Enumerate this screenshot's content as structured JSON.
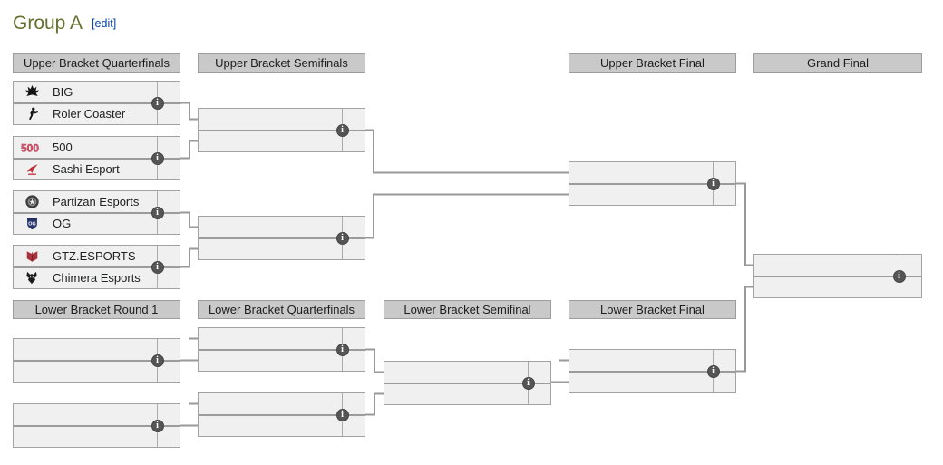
{
  "page": {
    "title": "Group A",
    "edit_label": "[edit]"
  },
  "colors": {
    "title_text": "#66702f",
    "edit_link": "#0645ad",
    "header_fill": "#c9c9c9",
    "match_fill": "#f0f0f0",
    "border": "#a2a2a2",
    "connector": "#999999",
    "info_icon_fill": "#555555"
  },
  "headers": {
    "ub_qf": "Upper Bracket Quarterfinals",
    "ub_sf": "Upper Bracket Semifinals",
    "ub_f": "Upper Bracket Final",
    "gf": "Grand Final",
    "lb_r1": "Lower Bracket Round 1",
    "lb_qf": "Lower Bracket Quarterfinals",
    "lb_sf": "Lower Bracket Semifinal",
    "lb_f": "Lower Bracket Final"
  },
  "matches": {
    "ub_qf": [
      {
        "top": {
          "name": "BIG",
          "icon": "big-crown-logo",
          "score": ""
        },
        "bottom": {
          "name": "Roler Coaster",
          "icon": "player-silhouette-logo",
          "score": ""
        }
      },
      {
        "top": {
          "name": "500",
          "icon": "500-red-text-logo",
          "score": ""
        },
        "bottom": {
          "name": "Sashi Esport",
          "icon": "sashi-bird-logo",
          "score": ""
        }
      },
      {
        "top": {
          "name": "Partizan Esports",
          "icon": "partizan-star-emblem-logo",
          "score": ""
        },
        "bottom": {
          "name": "OG",
          "icon": "og-shield-logo",
          "score": ""
        }
      },
      {
        "top": {
          "name": "GTZ.ESPORTS",
          "icon": "gtz-red-emblem-logo",
          "score": ""
        },
        "bottom": {
          "name": "Chimera Esports",
          "icon": "chimera-wolf-logo",
          "score": ""
        }
      }
    ],
    "ub_sf": [
      {
        "top": {
          "name": ""
        },
        "bottom": {
          "name": ""
        }
      },
      {
        "top": {
          "name": ""
        },
        "bottom": {
          "name": ""
        }
      }
    ],
    "ub_f": [
      {
        "top": {
          "name": ""
        },
        "bottom": {
          "name": ""
        }
      }
    ],
    "gf": [
      {
        "top": {
          "name": ""
        },
        "bottom": {
          "name": ""
        }
      }
    ],
    "lb_r1": [
      {
        "top": {
          "name": ""
        },
        "bottom": {
          "name": ""
        }
      },
      {
        "top": {
          "name": ""
        },
        "bottom": {
          "name": ""
        }
      }
    ],
    "lb_qf": [
      {
        "top": {
          "name": ""
        },
        "bottom": {
          "name": ""
        }
      },
      {
        "top": {
          "name": ""
        },
        "bottom": {
          "name": ""
        }
      }
    ],
    "lb_sf": [
      {
        "top": {
          "name": ""
        },
        "bottom": {
          "name": ""
        }
      }
    ],
    "lb_f": [
      {
        "top": {
          "name": ""
        },
        "bottom": {
          "name": ""
        }
      }
    ]
  }
}
